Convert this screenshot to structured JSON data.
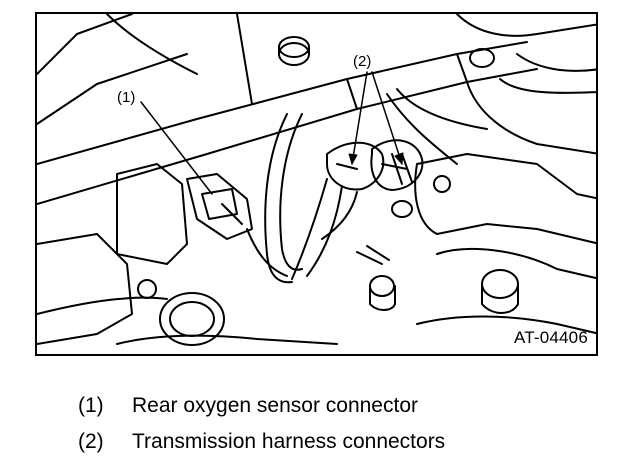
{
  "figure": {
    "code": "AT-04406",
    "callouts": [
      "(1)",
      "(2)"
    ]
  },
  "legend": [
    {
      "num": "(1)",
      "text": "Rear oxygen sensor connector"
    },
    {
      "num": "(2)",
      "text": "Transmission harness connectors"
    }
  ]
}
